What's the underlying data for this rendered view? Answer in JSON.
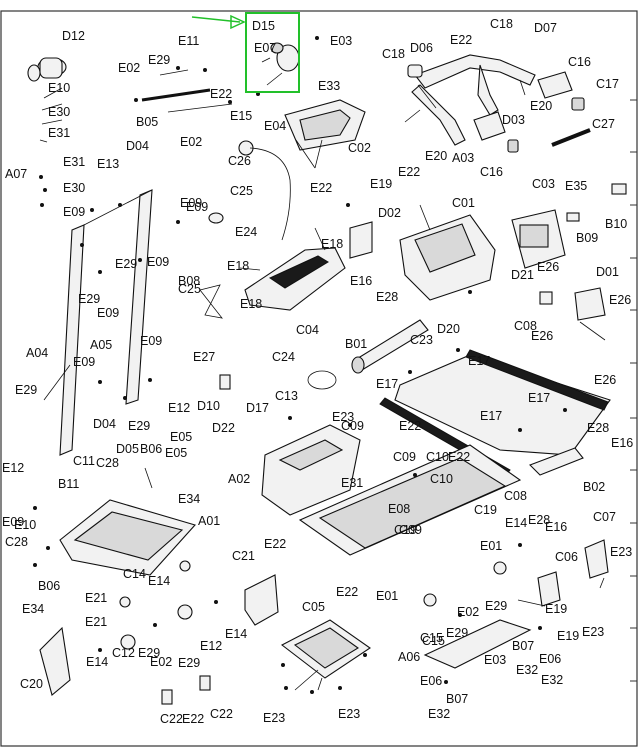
{
  "diagram": {
    "highlight_color": "#22c02a",
    "highlight_label": "D15",
    "labels": [
      "D12",
      "E11",
      "D15",
      "E07",
      "E03",
      "C18",
      "D07",
      "E02",
      "E29",
      "D06",
      "E22",
      "C16",
      "C17",
      "E10",
      "E30",
      "E31",
      "B05",
      "E15",
      "E33",
      "C18",
      "E20",
      "D03",
      "C27",
      "A07",
      "E13",
      "D04",
      "E09",
      "E04",
      "E02",
      "E22",
      "C02",
      "E22",
      "E20",
      "A03",
      "C16",
      "C03",
      "E35",
      "E31",
      "E30",
      "E09",
      "C26",
      "E19",
      "E22",
      "C01",
      "B10",
      "C25",
      "D02",
      "E24",
      "B09",
      "E29",
      "E09",
      "E09",
      "E18",
      "E18",
      "E26",
      "D01",
      "E26",
      "E09",
      "E29",
      "B08",
      "E16",
      "E28",
      "D21",
      "A04",
      "A05",
      "E09",
      "C25",
      "E18",
      "C04",
      "B01",
      "C23",
      "D20",
      "C08",
      "E26",
      "E29",
      "E27",
      "C24",
      "E17",
      "E17",
      "E26",
      "E09",
      "E12",
      "D10",
      "C13",
      "E17",
      "E17",
      "E12",
      "D04",
      "E29",
      "D22",
      "D17",
      "E23",
      "C09",
      "E22",
      "E28",
      "E16",
      "C11",
      "C28",
      "D05",
      "B06",
      "E05",
      "A02",
      "C10",
      "C09",
      "E22",
      "B02",
      "B11",
      "E34",
      "E31",
      "C10",
      "C08",
      "C19",
      "E09",
      "E08",
      "C07",
      "C28",
      "A01",
      "C09",
      "E28",
      "E16",
      "B06",
      "C14",
      "E22",
      "C19",
      "E14",
      "E05",
      "E34",
      "E01",
      "C06",
      "E23",
      "C21",
      "E21",
      "E14",
      "E22",
      "E10",
      "C15",
      "E01",
      "E02",
      "E29",
      "E19",
      "E21",
      "C05",
      "E12",
      "E14",
      "C15",
      "E29",
      "E19",
      "E23",
      "A06",
      "B07",
      "E06",
      "E02",
      "E29",
      "C20",
      "E14",
      "C12",
      "E29",
      "E06",
      "B07",
      "E03",
      "E32",
      "E32",
      "C22",
      "E22",
      "C22",
      "E23",
      "E23",
      "E32"
    ]
  }
}
